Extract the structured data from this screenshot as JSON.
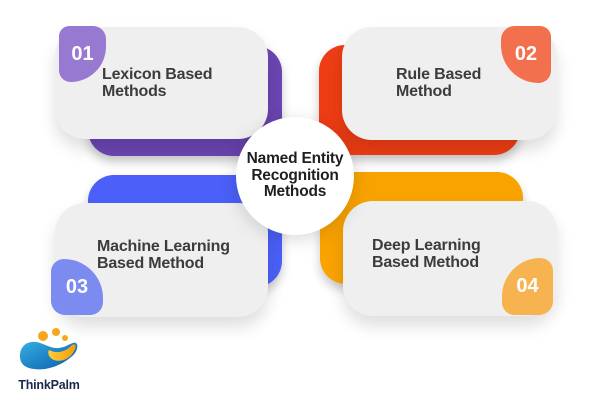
{
  "center": {
    "line1": "Named Entity",
    "line2": "Recognition",
    "line3": "Methods"
  },
  "quadrants": [
    {
      "id": "lexicon-based",
      "number": "01",
      "title_line1": "Lexicon Based",
      "title_line2": "Methods",
      "accent_color": "#6B45B2",
      "badge_color": "#9879D2"
    },
    {
      "id": "rule-based",
      "number": "02",
      "title_line1": "Rule Based",
      "title_line2": "Method",
      "accent_color": "#EE3D14",
      "badge_color": "#F2704E"
    },
    {
      "id": "machine-learning",
      "number": "03",
      "title_line1": "Machine Learning",
      "title_line2": "Based Method",
      "accent_color": "#4A60F8",
      "badge_color": "#7C8BF0"
    },
    {
      "id": "deep-learning",
      "number": "04",
      "title_line1": "Deep Learning",
      "title_line2": "Based Method",
      "accent_color": "#F9A301",
      "badge_color": "#F7B34F"
    }
  ],
  "logo": {
    "brand": "ThinkPalm",
    "colors": {
      "navy": "#1B2B4A",
      "blue_light": "#35AEE3",
      "blue_dark": "#0A5CA8",
      "orange": "#F6A71B"
    }
  },
  "colors": {
    "background": "#FFFFFF",
    "card_background": "#EFEFEF",
    "title_text": "#3C3C3C",
    "center_text": "#1F1F1F",
    "number_text": "#FFFFFF"
  }
}
